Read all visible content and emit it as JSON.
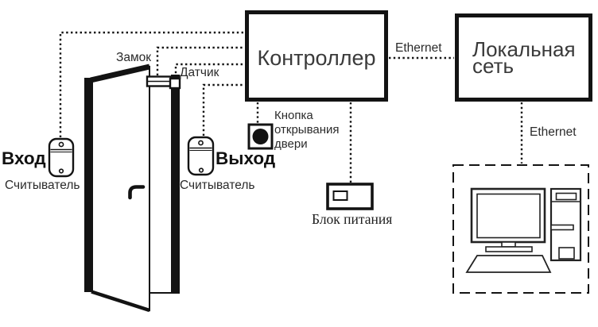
{
  "title": "Access control system diagram",
  "colors": {
    "ink": "#131313",
    "box_text": "#3a3a3a",
    "label_text": "#2b2b2b",
    "background": "#ffffff"
  },
  "nodes": {
    "controller": {
      "label": "Контроллер"
    },
    "lan": {
      "label": "Локальная сеть"
    },
    "lock": {
      "label": "Замок"
    },
    "sensor": {
      "label": "Датчик"
    },
    "entrance_reader": {
      "title": "Вход",
      "device": "Считыватель"
    },
    "exit_reader": {
      "title": "Выход",
      "device": "Считыватель"
    },
    "door_button": {
      "label": "Кнопка открывания двери"
    },
    "power_supply": {
      "label": "Блок питания"
    }
  },
  "connections": {
    "controller_lan": {
      "label": "Ethernet"
    },
    "lan_workstation": {
      "label": "Ethernet"
    }
  },
  "icons": {
    "door": "open-door-drawing",
    "entrance_reader": "card-reader",
    "exit_reader": "card-reader",
    "door_button": "round-push-button",
    "power_supply": "power-adapter-box",
    "workstation": "desktop-computer-in-dashed-frame"
  }
}
